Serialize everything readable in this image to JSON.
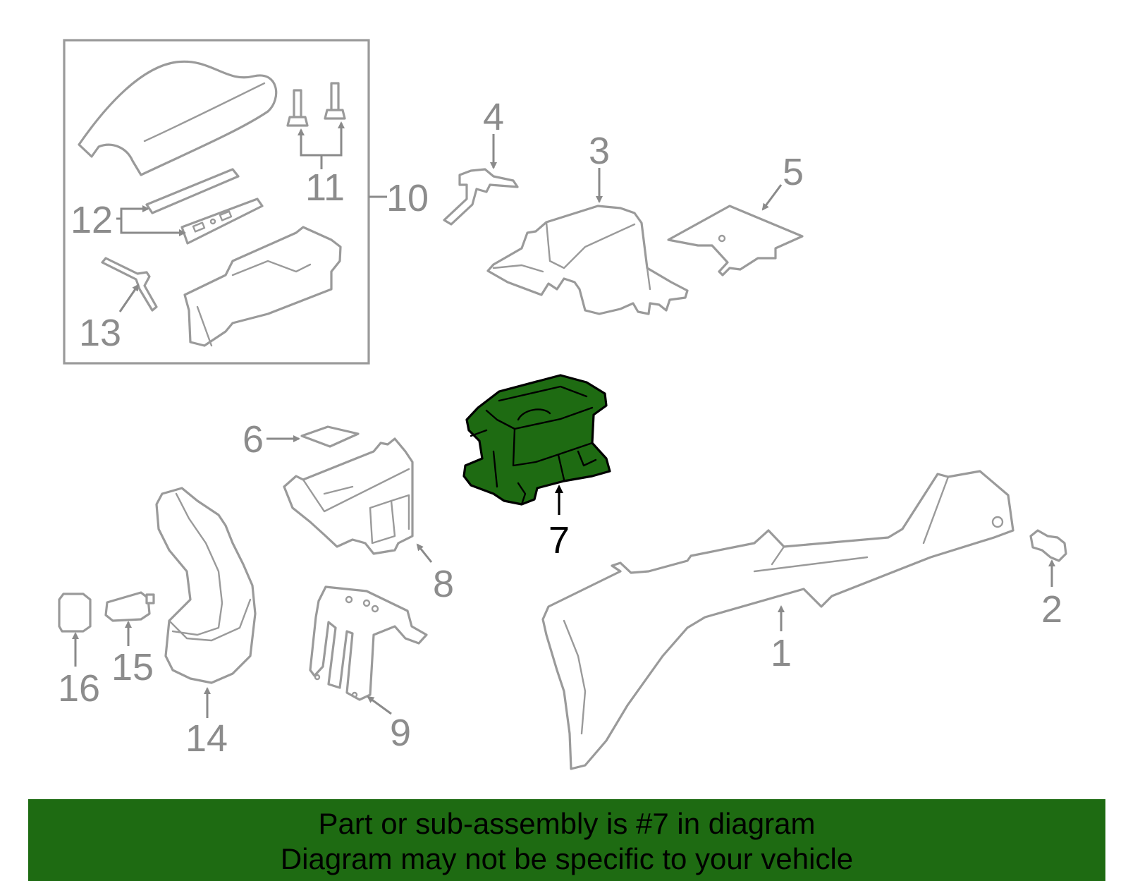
{
  "callouts": {
    "c1": "1",
    "c2": "2",
    "c3": "3",
    "c4": "4",
    "c5": "5",
    "c6": "6",
    "c7": "7",
    "c8": "8",
    "c9": "9",
    "c10": "10",
    "c11": "11",
    "c12": "12",
    "c13": "13",
    "c14": "14",
    "c15": "15",
    "c16": "16"
  },
  "highlighted_part": "7",
  "colors": {
    "highlight": "#1e6b12",
    "line": "#9a9a9a",
    "banner": "#1e6b12"
  },
  "banner": {
    "line1": "Part or sub-assembly is #7 in diagram",
    "line2": "Diagram may not be specific to your vehicle"
  }
}
